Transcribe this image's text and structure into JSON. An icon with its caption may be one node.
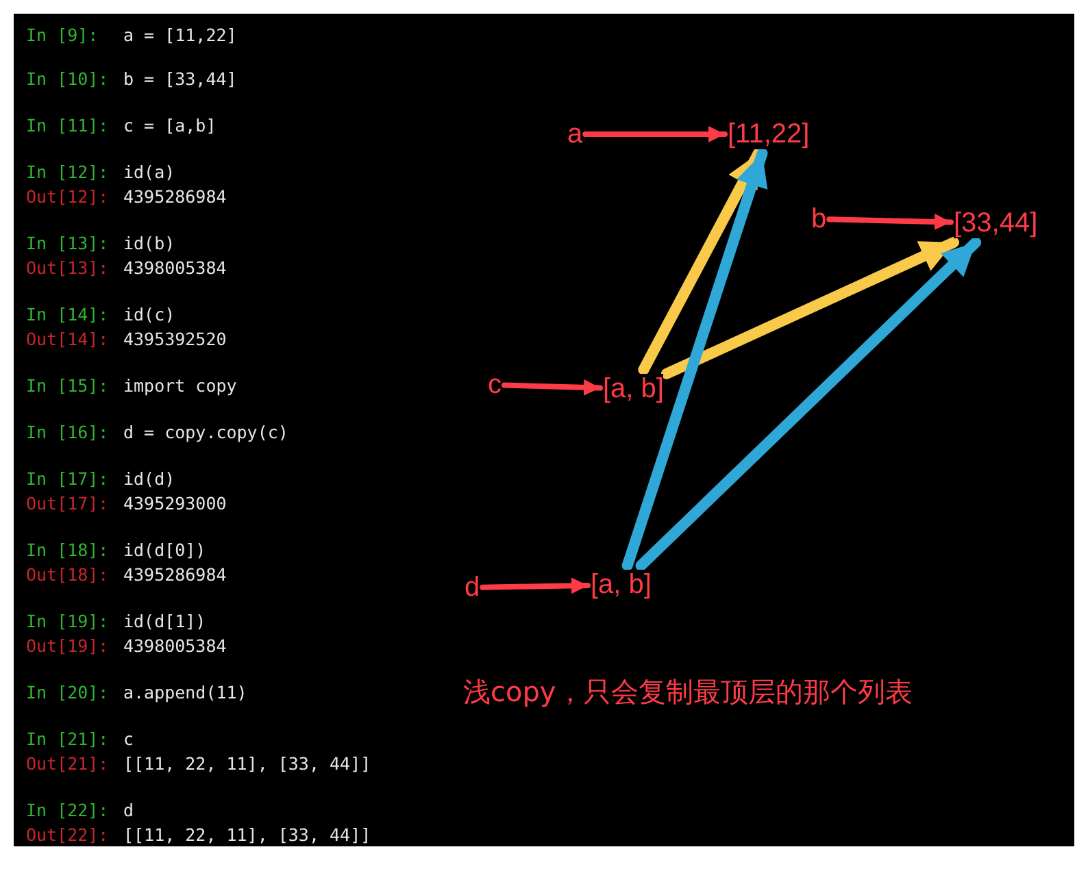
{
  "diagram": {
    "caption": "浅copy，只会复制最顶层的那个列表",
    "nodes": [
      {
        "text": [
          "a"
        ]
      },
      {
        "text": [
          "[11,22]"
        ]
      },
      {
        "text": [
          "b"
        ]
      },
      {
        "text": [
          "[33,44]"
        ]
      },
      {
        "text": [
          "c"
        ]
      },
      {
        "text": [
          "[a, b]"
        ]
      },
      {
        "text": [
          "d"
        ]
      },
      {
        "text": [
          "[a, b]"
        ]
      }
    ],
    "edges": [
      {
        "from": 0,
        "to": 1,
        "arrow": "to"
      },
      {
        "from": 2,
        "to": 3,
        "arrow": "to"
      },
      {
        "from": 4,
        "to": 5,
        "arrow": "to"
      },
      {
        "from": 6,
        "to": 7,
        "arrow": "to"
      },
      {
        "from": 5,
        "to": 1,
        "arrow": "to",
        "style": "thick",
        "color": "#f9c94a"
      },
      {
        "from": 5,
        "to": 3,
        "arrow": "to",
        "style": "thick",
        "color": "#f9c94a"
      },
      {
        "from": 7,
        "to": 1,
        "arrow": "to",
        "style": "thick",
        "color": "#2fa8d8"
      },
      {
        "from": 7,
        "to": 3,
        "arrow": "to",
        "style": "thick",
        "color": "#2fa8d8"
      }
    ],
    "labels": [
      "In [9]:",
      "a = [11,22]",
      "In [10]:",
      "b = [33,44]",
      "In [11]:",
      "c = [a,b]",
      "In [12]:",
      "id(a)",
      "Out[12]:",
      "4395286984",
      "In [13]:",
      "id(b)",
      "Out[13]:",
      "4398005384",
      "In [14]:",
      "id(c)",
      "Out[14]:",
      "4395392520",
      "In [15]:",
      "import copy",
      "In [16]:",
      "d = copy.copy(c)",
      "In [17]:",
      "id(d)",
      "Out[17]:",
      "4395293000",
      "In [18]:",
      "id(d[0])",
      "Out[18]:",
      "4395286984",
      "In [19]:",
      "id(d[1])",
      "Out[19]:",
      "4398005384",
      "In [20]:",
      "a.append(11)",
      "In [21]:",
      "c",
      "Out[21]:",
      "[[11, 22, 11], [33, 44]]",
      "In [22]:",
      "d",
      "Out[22]:",
      "[[11, 22, 11], [33, 44]]"
    ]
  }
}
